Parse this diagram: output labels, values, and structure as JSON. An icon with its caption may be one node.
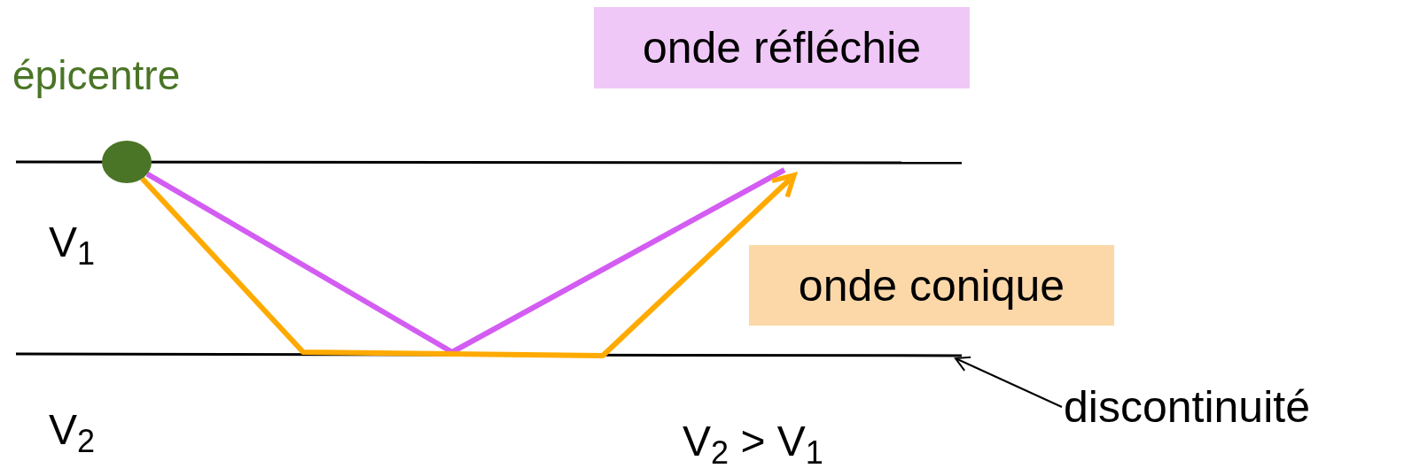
{
  "diagram": {
    "nodes": [
      {
        "text": [],
        "shape": "circle",
        "beside": [
          "épicentre"
        ]
      },
      {
        "text": [
          "onde réfléchie"
        ]
      },
      {
        "text": [
          "onde conique"
        ]
      },
      {
        "text": [
          "discontinuité"
        ]
      },
      {
        "text": [],
        "shape": "bar"
      }
    ],
    "edges": [
      {
        "from": 0,
        "to": null,
        "arrow": "none",
        "color": "#d35cf2"
      },
      {
        "from": 0,
        "to": null,
        "arrow": "to",
        "color": "#ffaa00"
      },
      {
        "from": 3,
        "to": 4,
        "arrow": "to",
        "color": "#000000"
      }
    ],
    "labels": [
      "V$_{1}$",
      "V$_{2}$",
      "V$_{2}$ > V$_{1}$"
    ]
  }
}
